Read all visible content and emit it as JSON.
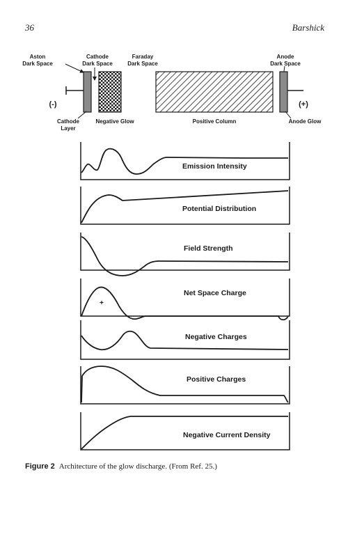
{
  "header": {
    "page_number": "36",
    "running_head": "Barshick"
  },
  "diagram": {
    "labels": {
      "aston_dark_space": [
        "Aston",
        "Dark Space"
      ],
      "cathode_dark_space": [
        "Cathode",
        "Dark Space"
      ],
      "faraday_dark_space": [
        "Faraday",
        "Dark Space"
      ],
      "anode_dark_space": [
        "Anode",
        "Dark Space"
      ],
      "cathode_layer": [
        "Cathode",
        "Layer"
      ],
      "negative_glow": "Negative Glow",
      "positive_column": "Positive Column",
      "anode_glow": "Anode Glow",
      "minus_sign": "(-)",
      "plus_sign": "(+)"
    }
  },
  "panels": [
    {
      "label": "Emission Intensity"
    },
    {
      "label": "Potential Distribution"
    },
    {
      "label": "Field Strength"
    },
    {
      "label": "Net Space Charge",
      "annotation": "+"
    },
    {
      "label": "Negative Charges"
    },
    {
      "label": "Positive Charges"
    },
    {
      "label": "Negative Current Density"
    }
  ],
  "caption": {
    "number": "Figure 2",
    "text": "Architecture of the glow discharge. (From Ref. 25.)"
  }
}
